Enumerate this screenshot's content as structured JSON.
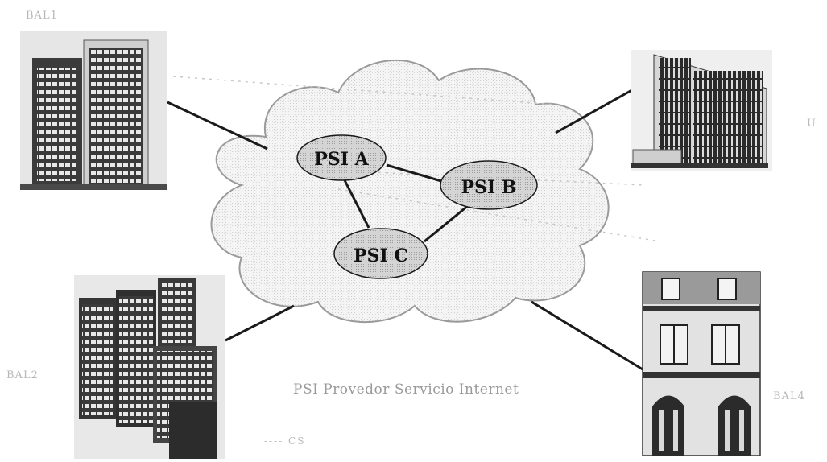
{
  "diagram": {
    "nodes": [
      {
        "id": "psi_a",
        "label": "PSI A"
      },
      {
        "id": "psi_b",
        "label": "PSI B"
      },
      {
        "id": "psi_c",
        "label": "PSI C"
      }
    ],
    "sites": [
      {
        "id": "site_top_left",
        "label": "BAL1"
      },
      {
        "id": "site_top_right",
        "label": "U"
      },
      {
        "id": "site_bottom_left",
        "label": "BAL2"
      },
      {
        "id": "site_bottom_right",
        "label": "BAL4"
      }
    ],
    "caption": "PSI Provedor Servicio Internet",
    "footnote": "---- CS"
  },
  "colors": {
    "cloud_fill": "#f2f2f2",
    "cloud_stroke": "#9a9a9a",
    "node_fill": "#d0d0d0",
    "line": "#1a1a1a",
    "building_dark": "#2e2e2e",
    "building_light": "#e0e0e0"
  }
}
